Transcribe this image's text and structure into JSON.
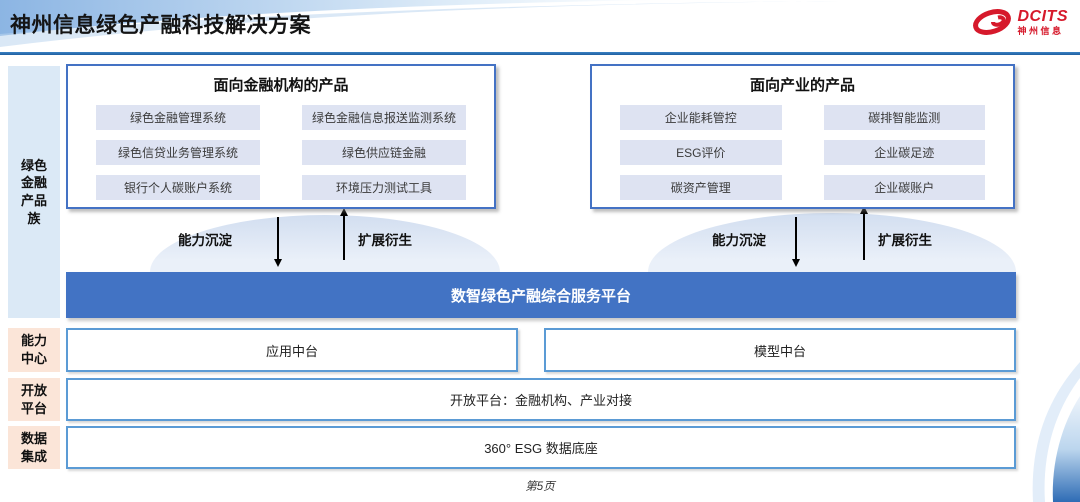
{
  "header": {
    "title": "神州信息绿色产融科技解决方案",
    "logo_brand": "DCITS",
    "logo_sub": "神州信息"
  },
  "sidebar": {
    "product_family": "绿色\n金融\n产品\n族",
    "capability_center": "能力\n中心",
    "open_platform": "开放\n平台",
    "data_integration": "数据\n集成"
  },
  "finance_box": {
    "title": "面向金融机构的产品",
    "items": [
      "绿色金融管理系统",
      "绿色金融信息报送监测系统",
      "绿色信贷业务管理系统",
      "绿色供应链金融",
      "银行个人碳账户系统",
      "环境压力测试工具"
    ]
  },
  "industry_box": {
    "title": "面向产业的产品",
    "items": [
      "企业能耗管控",
      "碳排智能监测",
      "ESG评价",
      "企业碳足迹",
      "碳资产管理",
      "企业碳账户"
    ]
  },
  "flows": {
    "down_label": "能力沉淀",
    "up_label": "扩展衍生"
  },
  "platform_bar": "数智绿色产融综合服务平台",
  "middle_row": {
    "app": "应用中台",
    "model": "模型中台"
  },
  "open_row": "开放平台：金融机构、产业对接",
  "data_row": "360° ESG 数据底座",
  "footer": {
    "page": "第5页"
  },
  "colors": {
    "accent_blue": "#4472c4",
    "light_border_blue": "#5b9bd5",
    "sidebar_blue": "#dbe9f6",
    "sidebar_peach": "#fbe5d8",
    "item_bg": "#dee3f2",
    "logo_red": "#d6192b",
    "divider_blue": "#2e75b6"
  }
}
